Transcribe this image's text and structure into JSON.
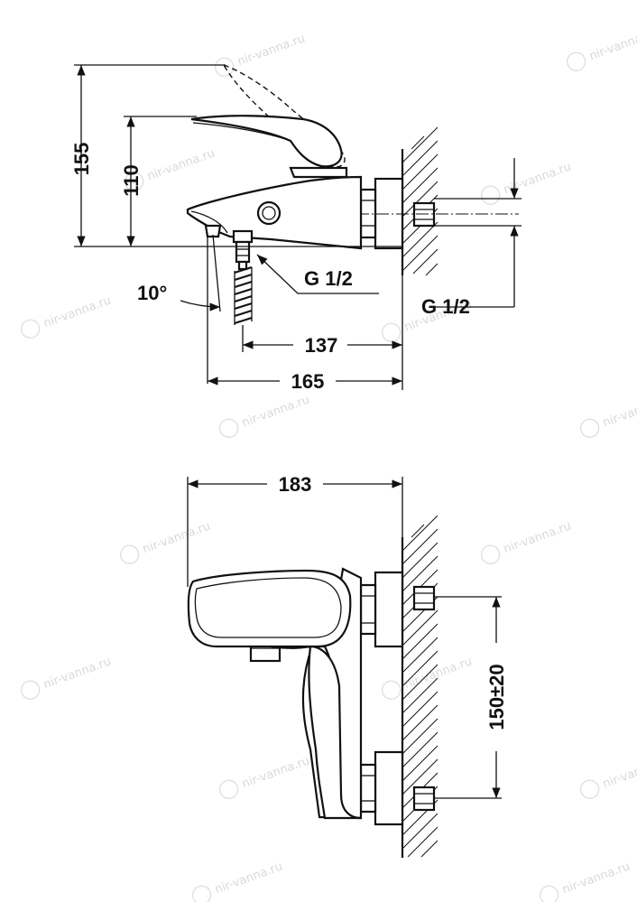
{
  "side_view": {
    "height_max": "155",
    "height_body": "110",
    "spout_angle": "10°",
    "spout_thread": "G 1/2",
    "inlet_thread": "G 1/2",
    "depth_spout": "137",
    "depth_total": "165"
  },
  "front_view": {
    "width": "183",
    "inlet_spacing": "150±20"
  },
  "watermark": {
    "text": "nir-vanna.ru"
  }
}
